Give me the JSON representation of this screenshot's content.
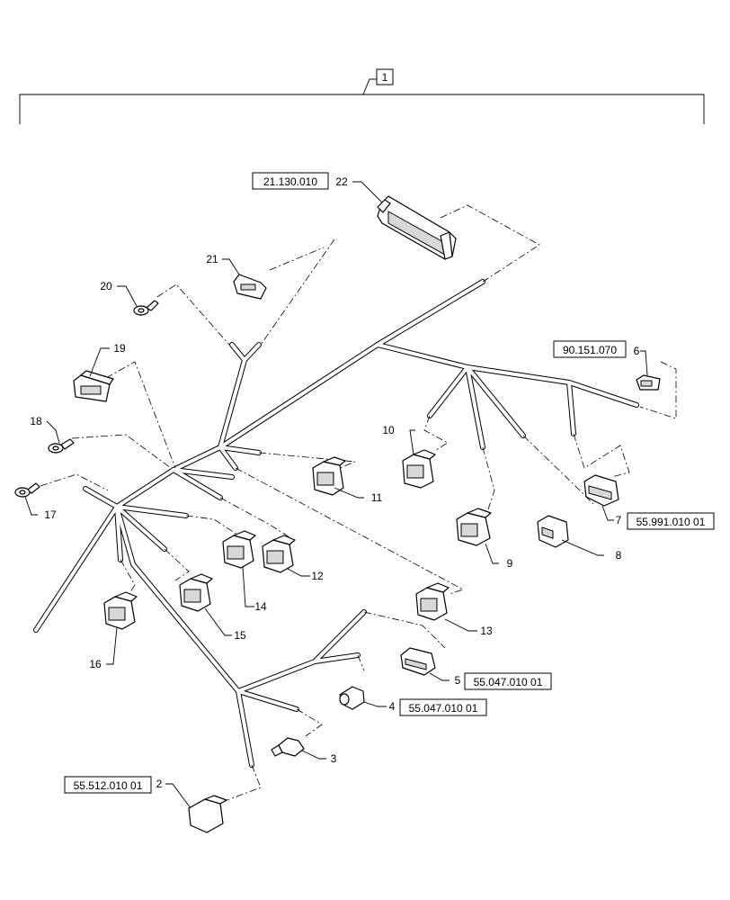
{
  "assembly": {
    "item": "1"
  },
  "callouts": {
    "c2": "2",
    "c3": "3",
    "c4": "4",
    "c5": "5",
    "c6": "6",
    "c7": "7",
    "c8": "8",
    "c9": "9",
    "c10": "10",
    "c11": "11",
    "c12": "12",
    "c13": "13",
    "c14": "14",
    "c15": "15",
    "c16": "16",
    "c17": "17",
    "c18": "18",
    "c19": "19",
    "c20": "20",
    "c21": "21",
    "c22": "22"
  },
  "references": {
    "r22": "21.130.010",
    "r6": "90.151.070",
    "r7": "55.991.010 01",
    "r5": "55.047.010 01",
    "r4": "55.047.010 01",
    "r2": "55.512.010 01"
  }
}
